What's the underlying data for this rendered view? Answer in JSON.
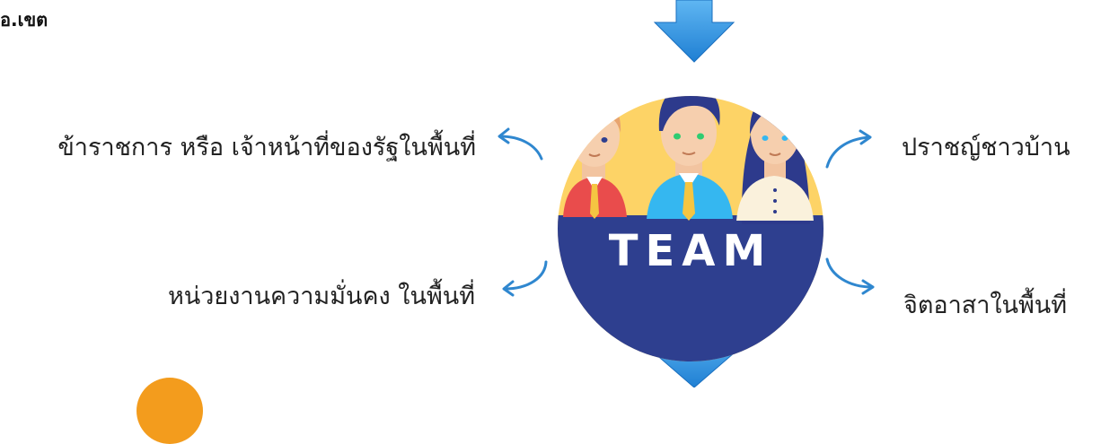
{
  "header": {
    "title": "อ.เขต"
  },
  "team": {
    "badge_text": "TEAM",
    "badge_color": "#2e3f8f",
    "circle_color": "#fdd366",
    "arrow_color": "#1f7fd3"
  },
  "roles": {
    "top_left": "ข้าราชการ หรือ เจ้าหน้าที่ของรัฐในพื้นที่",
    "bottom_left": "หน่วยงานความมั่นคง ในพื้นที่",
    "top_right": "ปราชญ์ชาวบ้าน",
    "bottom_right": "จิตอาสาในพื้นที่"
  }
}
